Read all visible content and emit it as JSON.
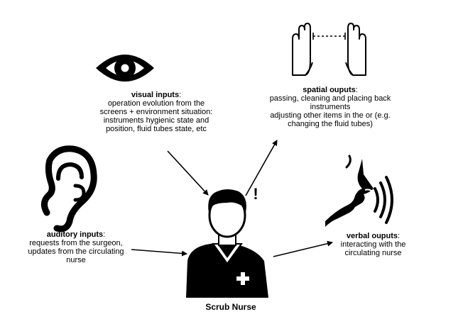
{
  "nurse": {
    "title": "Scrub Nurse",
    "alert": "!"
  },
  "visual": {
    "heading": "visual inputs",
    "colon": ":",
    "lines": [
      "operation evolution from the",
      "screens + environment situation:",
      "instruments hygienic state and",
      "position, fluid tubes state, etc"
    ]
  },
  "spatial": {
    "heading": "spatial ouputs",
    "colon": ":",
    "lines": [
      "passing, cleaning and placing back",
      "instruments",
      "adjusting other items in the or (e.g.",
      "changing the fluid tubes)"
    ]
  },
  "auditory": {
    "heading": "auditory inputs",
    "colon": ":",
    "lines": [
      "requests from the surgeon,",
      "updates from the circulating",
      "nurse"
    ]
  },
  "verbal": {
    "heading": "verbal ouputs",
    "colon": ":",
    "lines": [
      "interacting with the",
      "circulating nurse"
    ]
  },
  "icons": [
    "eye-icon",
    "hands-icon",
    "ear-icon",
    "speaking-mouth-icon",
    "nurse-icon"
  ],
  "colors": {
    "ink": "#000000",
    "background": "#ffffff"
  }
}
